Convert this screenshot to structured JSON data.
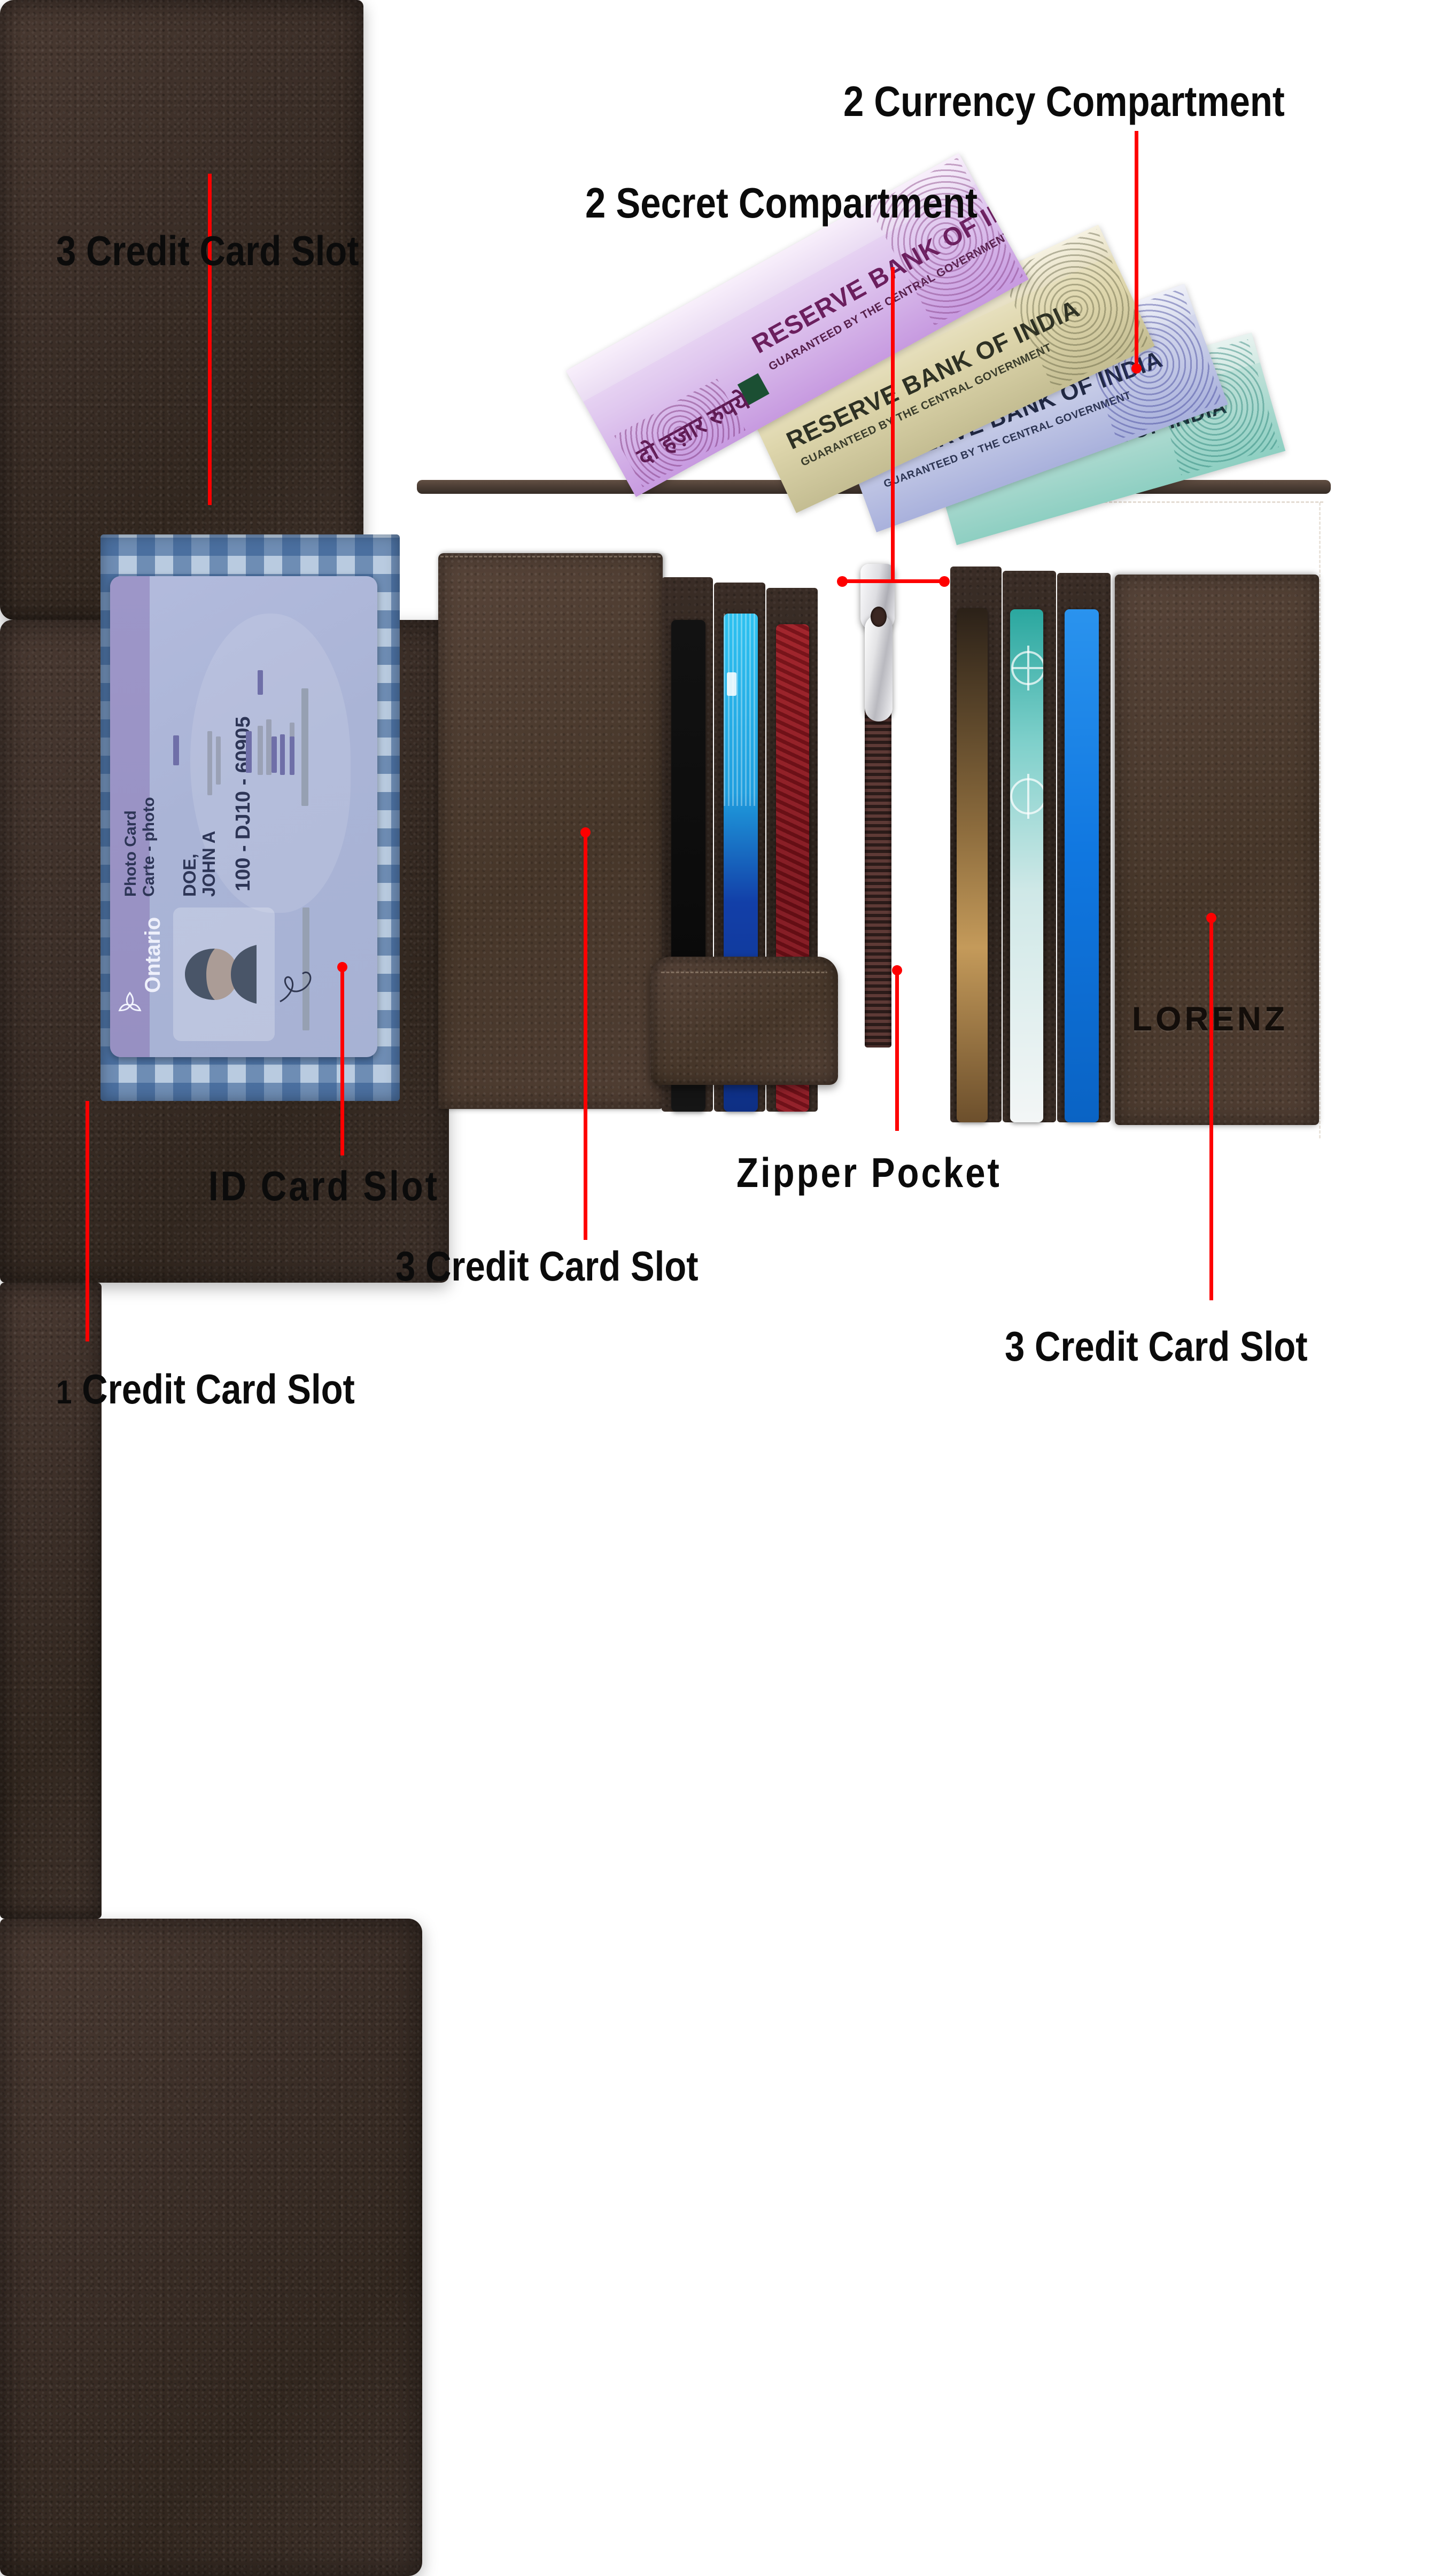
{
  "product": {
    "brand": "LORENZ",
    "type": "leather-trifold-wallet"
  },
  "callouts": [
    {
      "id": "currency-compartment",
      "num": "2",
      "text": " Currency Compartment",
      "full": "2 Currency Compartment"
    },
    {
      "id": "secret-compartment",
      "num": "2",
      "text": " Secret Compartment",
      "full": "2 Secret Compartment"
    },
    {
      "id": "credit-card-slot-top-left",
      "num": "3",
      "text": " Credit Card Slot",
      "full": "3 Credit Card Slot"
    },
    {
      "id": "id-card-slot",
      "num": "",
      "text": "ID Card Slot",
      "full": "ID Card Slot"
    },
    {
      "id": "credit-card-slot-center",
      "num": "3",
      "text": " Credit Card Slot",
      "full": "3 Credit Card Slot"
    },
    {
      "id": "zipper-pocket",
      "num": "",
      "text": "Zipper Pocket",
      "full": "Zipper Pocket"
    },
    {
      "id": "credit-card-slot-bottom-left",
      "num": "1",
      "text": " Credit Card Slot",
      "full": "1 Credit Card Slot"
    },
    {
      "id": "credit-card-slot-bottom-right",
      "num": "3",
      "text": " Credit Card Slot",
      "full": "3 Credit Card Slot"
    }
  ],
  "id_card": {
    "issuer": "Ontario",
    "title_line1": "Photo Card",
    "title_line2": "Carte - photo",
    "holder_line1": "DOE,",
    "holder_line2": "JOHN A",
    "number": "100 - DJ10 - 60905"
  },
  "banknotes": [
    {
      "id": "note-2000",
      "bank_text": "RESERVE BANK OF INDIA",
      "sub_text": "GUARANTEED BY THE CENTRAL GOVERNMENT",
      "denom_text": "दो हज़ार रुपये",
      "color": "#c49ae0"
    },
    {
      "id": "note-khaki",
      "bank_text": "RESERVE BANK OF INDIA",
      "sub_text": "GUARANTEED BY THE CENTRAL GOVERNMENT",
      "denom_text": "",
      "color": "#d8cfa8"
    },
    {
      "id": "note-violet",
      "bank_text": "RESERVE BANK OF INDIA",
      "sub_text": "GUARANTEED BY THE CENTRAL GOVERNMENT",
      "denom_text": "",
      "color": "#b9bedd"
    },
    {
      "id": "note-teal",
      "bank_text": "RESERVE BANK OF INDIA",
      "sub_text": "",
      "denom_text": "",
      "color": "#9fd9cf"
    }
  ],
  "colors": {
    "leader": "#fe0000",
    "label_text": "#0b0b0b",
    "background": "#ffffff",
    "leather_dark": "#32271f",
    "leather_mid": "#4a3a32",
    "card_black": "#0c0c0c",
    "card_blue": "#1155cc",
    "card_cyan": "#29b6e8",
    "card_red": "#981320",
    "card_gold": "#8c6a37",
    "card_teal": "#2fb3ad",
    "card_brightblue": "#1482e8",
    "zipper_pull": "#e8e8ec"
  }
}
